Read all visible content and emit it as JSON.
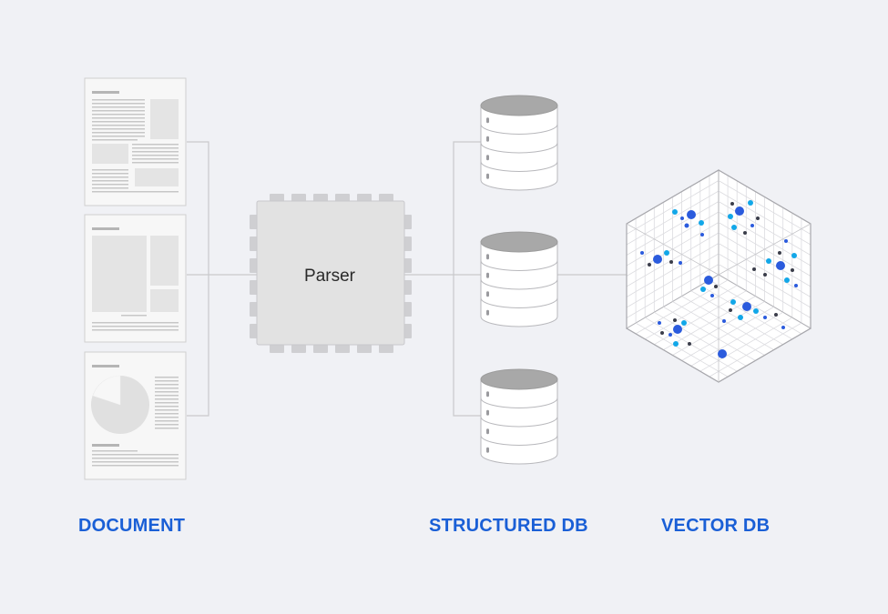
{
  "parser": {
    "label": "Parser"
  },
  "labels": {
    "document": "DOCUMENT",
    "structured_db": "STRUCTURED DB",
    "vector_db": "VECTOR DB"
  },
  "colors": {
    "background": "#f0f1f5",
    "accent": "#1a5fd6",
    "line": "#c9c9cc",
    "page": "#f7f7f7",
    "page_border": "#cfcfcf",
    "block": "#e6e6e6",
    "text_line": "#bdbdbd",
    "chip": "#e2e2e2",
    "chip_pin": "#cfcfd2",
    "db_top": "#a8a8a8",
    "dot_blue": "#2b5bdd",
    "dot_cyan": "#12a7e8",
    "dot_dark": "#3a3d4a"
  },
  "icons": {
    "document": "document-page-icon",
    "chip": "processor-chip-icon",
    "database": "database-cylinder-icon",
    "vector": "vector-cube-icon"
  }
}
